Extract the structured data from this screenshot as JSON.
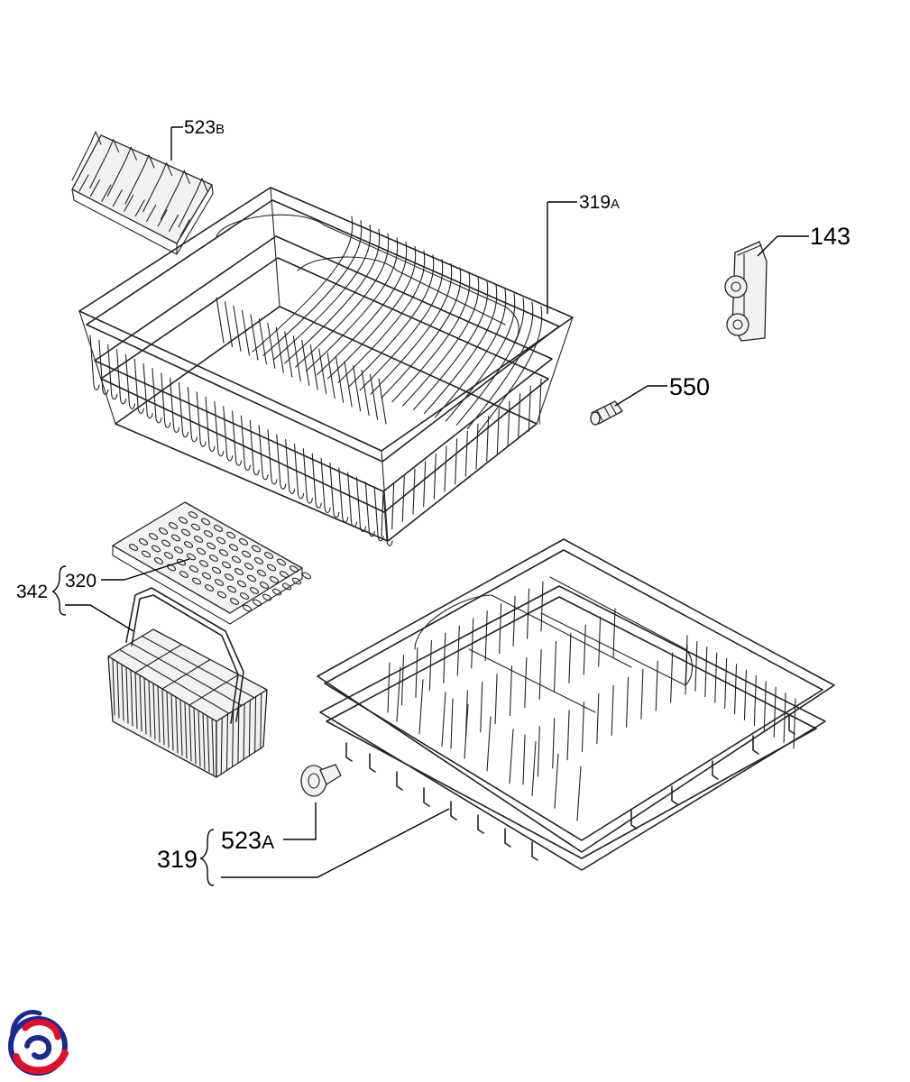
{
  "labels": {
    "p523b_main": "523",
    "p523b_suffix": "B",
    "p319a_main": "319",
    "p319a_suffix": "A",
    "p143": "143",
    "p550": "550",
    "p320": "320",
    "p342": "342",
    "p523a_main": "523",
    "p523a_suffix": "A",
    "p319": "319"
  },
  "colors": {
    "line": "#000000",
    "logo_red": "#e0102a",
    "logo_blue": "#1b2a8c"
  },
  "icons": {
    "logo": "brand-swirl-logo"
  }
}
